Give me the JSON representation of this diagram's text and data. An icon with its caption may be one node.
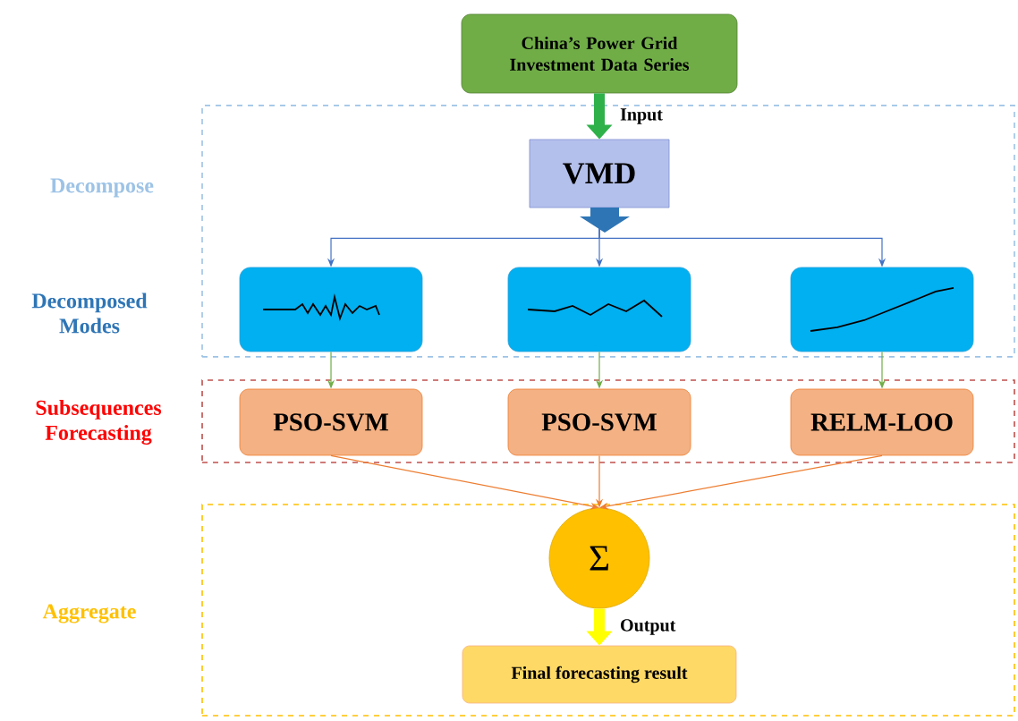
{
  "diagram": {
    "nodes": [
      {
        "text": [
          "Decompose"
        ]
      },
      {
        "text": [
          "China’s Power Grid Investment Data Series"
        ]
      },
      {
        "text": [
          "VMD"
        ],
        "in": 0
      },
      {
        "text": [],
        "shape": "picture",
        "in": 0
      },
      {
        "text": [],
        "shape": "picture",
        "in": 0
      },
      {
        "text": [],
        "shape": "picture",
        "in": 0
      },
      {
        "text": [
          "Subsequences Forecasting"
        ]
      },
      {
        "text": [
          "PSO-SVM"
        ],
        "in": 6
      },
      {
        "text": [
          "PSO-SVM"
        ],
        "in": 6
      },
      {
        "text": [
          "RELM-LOO"
        ],
        "in": 6
      },
      {
        "text": [
          "Aggregate"
        ]
      },
      {
        "text": [
          "Σ"
        ],
        "in": 10
      },
      {
        "text": [
          "Final forecasting result"
        ],
        "in": 10
      }
    ],
    "edges": [
      {
        "from": 1,
        "to": 2,
        "arrow": "to",
        "label": "Input",
        "style": "thick",
        "color": "#2fb14a"
      },
      {
        "from": 2,
        "to": 3,
        "arrow": "to",
        "color": "#4472c4"
      },
      {
        "from": 2,
        "to": 4,
        "arrow": "to",
        "color": "#4472c4"
      },
      {
        "from": 2,
        "to": 5,
        "arrow": "to",
        "color": "#4472c4"
      },
      {
        "from": 3,
        "to": 7,
        "arrow": "to",
        "color": "#70ad47"
      },
      {
        "from": 4,
        "to": 8,
        "arrow": "to",
        "color": "#70ad47"
      },
      {
        "from": 5,
        "to": 9,
        "arrow": "to",
        "color": "#70ad47"
      },
      {
        "from": 7,
        "to": 11,
        "arrow": "to",
        "color": "#ed7d31"
      },
      {
        "from": 8,
        "to": 11,
        "arrow": "to",
        "color": "#ed7d31"
      },
      {
        "from": 9,
        "to": 11,
        "arrow": "to",
        "color": "#ed7d31"
      },
      {
        "from": 11,
        "to": 12,
        "arrow": "to",
        "label": "Output",
        "style": "thick",
        "color": "#ffff00"
      }
    ],
    "labels": [
      "Decomposed Modes"
    ]
  }
}
